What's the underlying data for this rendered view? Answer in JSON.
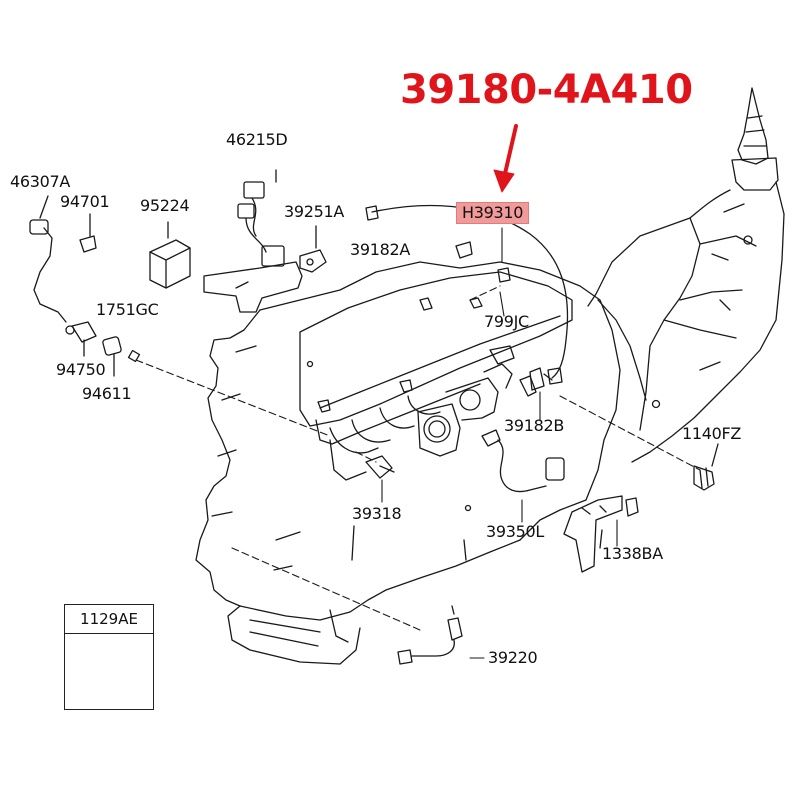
{
  "headline": "39180-4A410",
  "highlight_color": "#f19a9a",
  "headline_color": "#e0141b",
  "parts": {
    "p46215D": "46215D",
    "p46307A": "46307A",
    "p94701": "94701",
    "p95224": "95224",
    "p39251A": "39251A",
    "pH39310": "H39310",
    "p39182A": "39182A",
    "p1751GC": "1751GC",
    "p799JC": "799JC",
    "p94750": "94750",
    "p94611": "94611",
    "p39182B": "39182B",
    "p1140FZ": "1140FZ",
    "p39318": "39318",
    "p39350L": "39350L",
    "p1338BA": "1338BA",
    "p1129AE": "1129AE",
    "p39220": "39220"
  }
}
